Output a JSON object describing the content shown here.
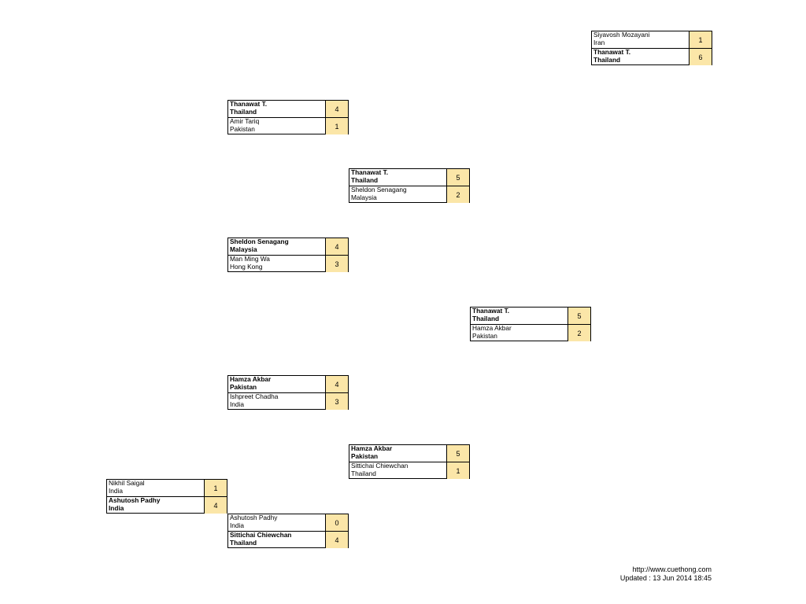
{
  "matches": [
    {
      "id": "m-final",
      "rows": [
        {
          "name": "Siyavosh Mozayani",
          "country": "Iran",
          "score": "1",
          "winner": false
        },
        {
          "name": "Thanawat T.",
          "country": "Thailand",
          "score": "6",
          "winner": true
        }
      ]
    },
    {
      "id": "m-r1a",
      "rows": [
        {
          "name": "Thanawat T.",
          "country": "Thailand",
          "score": "4",
          "winner": true
        },
        {
          "name": "Amir Tariq",
          "country": "Pakistan",
          "score": "1",
          "winner": false
        }
      ]
    },
    {
      "id": "m-qf1",
      "rows": [
        {
          "name": "Thanawat T.",
          "country": "Thailand",
          "score": "5",
          "winner": true
        },
        {
          "name": "Sheldon Senagang",
          "country": "Malaysia",
          "score": "2",
          "winner": false
        }
      ]
    },
    {
      "id": "m-r1b",
      "rows": [
        {
          "name": "Sheldon Senagang",
          "country": "Malaysia",
          "score": "4",
          "winner": true
        },
        {
          "name": "Man Ming Wa",
          "country": "Hong Kong",
          "score": "3",
          "winner": false
        }
      ]
    },
    {
      "id": "m-sf",
      "rows": [
        {
          "name": "Thanawat T.",
          "country": "Thailand",
          "score": "5",
          "winner": true
        },
        {
          "name": "Hamza Akbar",
          "country": "Pakistan",
          "score": "2",
          "winner": false
        }
      ]
    },
    {
      "id": "m-r1c",
      "rows": [
        {
          "name": "Hamza Akbar",
          "country": "Pakistan",
          "score": "4",
          "winner": true
        },
        {
          "name": "Ishpreet Chadha",
          "country": "India",
          "score": "3",
          "winner": false
        }
      ]
    },
    {
      "id": "m-qf2",
      "rows": [
        {
          "name": "Hamza Akbar",
          "country": "Pakistan",
          "score": "5",
          "winner": true
        },
        {
          "name": "Sittichai Chiewchan",
          "country": "Thailand",
          "score": "1",
          "winner": false
        }
      ]
    },
    {
      "id": "m-r0",
      "rows": [
        {
          "name": "Nikhil Saigal",
          "country": "India",
          "score": "1",
          "winner": false
        },
        {
          "name": "Ashutosh Padhy",
          "country": "India",
          "score": "4",
          "winner": true
        }
      ]
    },
    {
      "id": "m-r1d",
      "rows": [
        {
          "name": "Ashutosh Padhy",
          "country": "India",
          "score": "0",
          "winner": false
        },
        {
          "name": "Sittichai Chiewchan",
          "country": "Thailand",
          "score": "4",
          "winner": true
        }
      ]
    }
  ],
  "footer": {
    "url": "http://www.cuethong.com",
    "updated": "Updated : 13 Jun 2014 18:45"
  }
}
